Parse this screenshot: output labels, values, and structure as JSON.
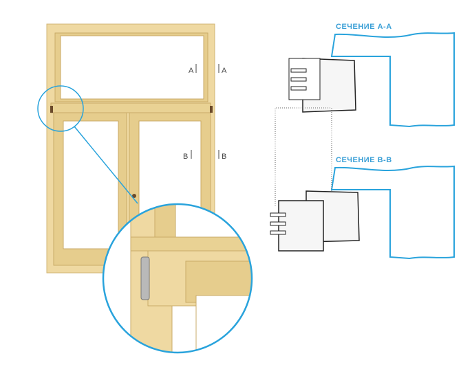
{
  "sections": {
    "a": "СЕЧЕНИЕ А-А",
    "b": "СЕЧЕНИЕ В-В"
  },
  "markers": {
    "a_left": "A",
    "a_right": "A",
    "b_left": "B",
    "b_right": "B"
  },
  "colors": {
    "wood": "#efd9a2",
    "wood_dark": "#d9bd7c",
    "accent": "#29a3dc"
  }
}
